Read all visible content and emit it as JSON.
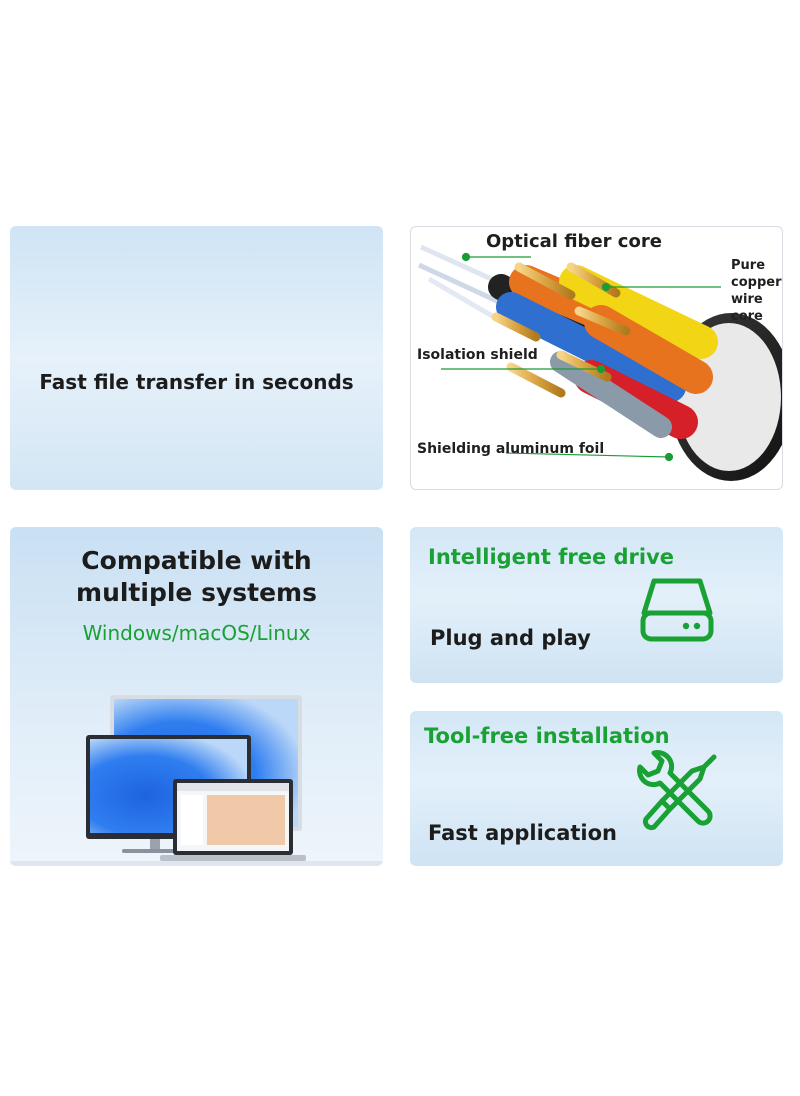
{
  "cards": {
    "transfer": {
      "title": "Fast file transfer in seconds"
    },
    "cable": {
      "labels": {
        "fiber": "Optical fiber core",
        "copper": "Pure\ncopper\nwire\ncore",
        "isolation": "Isolation shield",
        "foil": "Shielding aluminum foil"
      }
    },
    "compat": {
      "title": "Compatible with\nmultiple systems",
      "systems": "Windows/macOS/Linux"
    },
    "drive": {
      "title": "Intelligent free drive",
      "subtitle": "Plug and play",
      "icon": "hard-drive-icon"
    },
    "tools": {
      "title": "Tool-free installation",
      "subtitle": "Fast application",
      "icon": "wrench-screwdriver-icon"
    }
  },
  "colors": {
    "accent_green": "#19a134",
    "text_dark": "#1c1c1c"
  }
}
